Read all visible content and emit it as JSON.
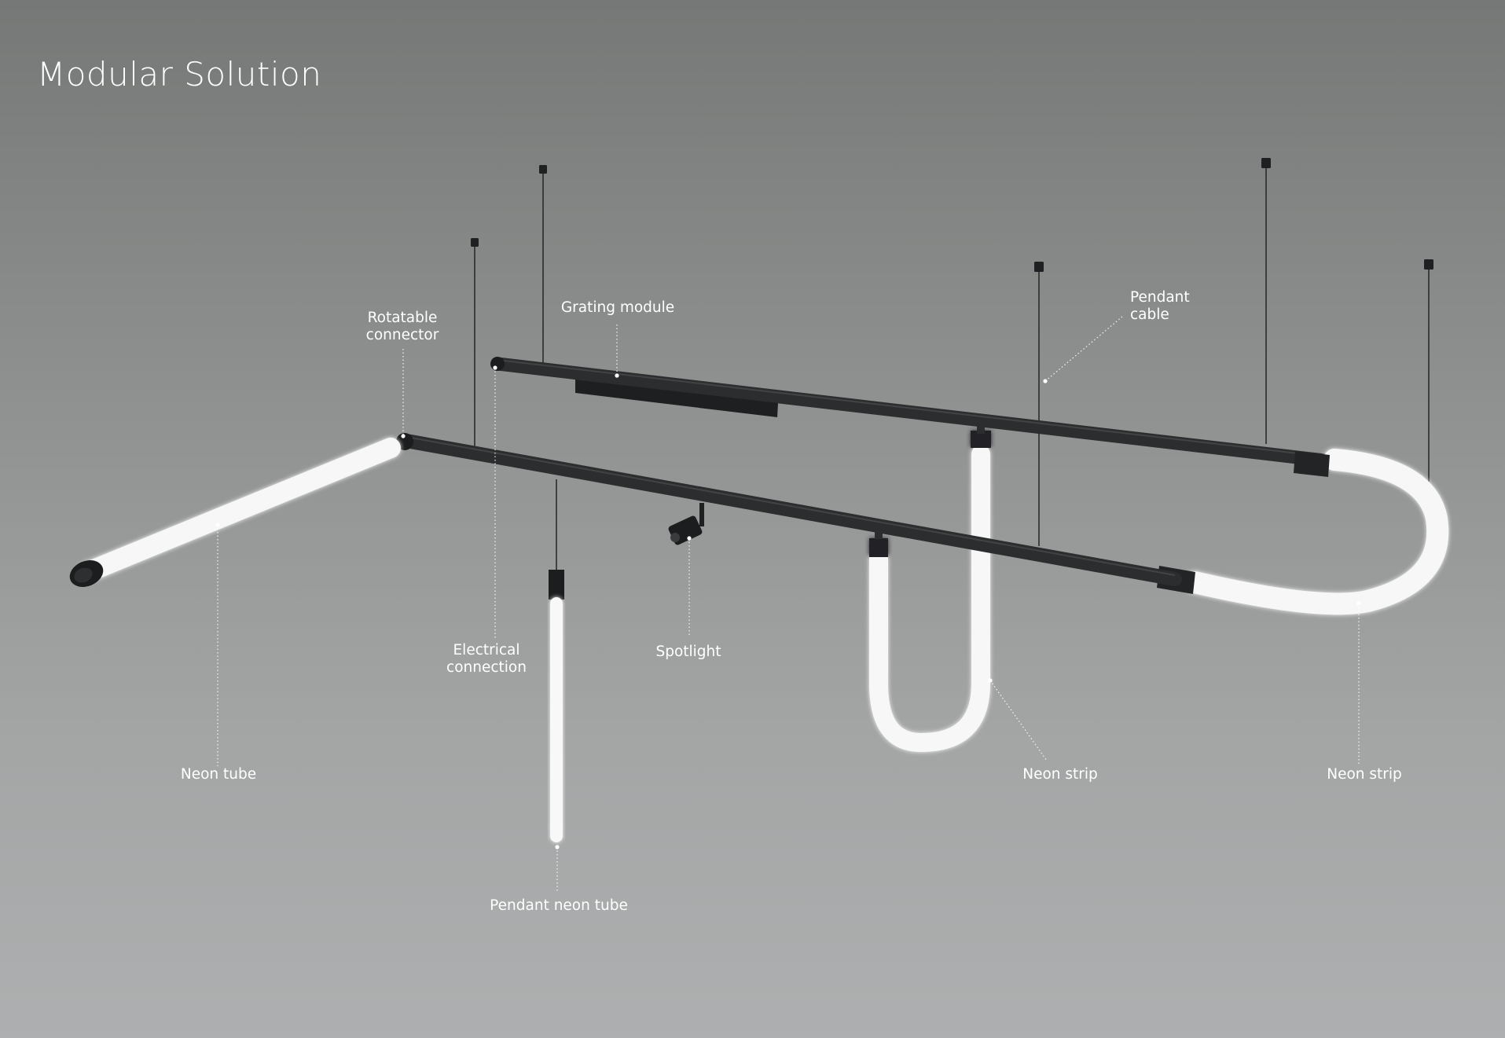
{
  "title": "Modular Solution",
  "colors": {
    "background_top": "#767877",
    "background_bottom": "#adafb0",
    "rail": "#2c2d2e",
    "neon": "#ffffff",
    "text": "#ffffff"
  },
  "labels": {
    "rotatable_connector": [
      "Rotatable",
      "connector"
    ],
    "grating_module": "Grating module",
    "pendant_cable": [
      "Pendant",
      "cable"
    ],
    "electrical_connection": [
      "Electrical",
      "connection"
    ],
    "spotlight": "Spotlight",
    "neon_tube": "Neon tube",
    "pendant_neon_tube": "Pendant neon tube",
    "neon_strip_middle": "Neon strip",
    "neon_strip_right": "Neon strip"
  }
}
